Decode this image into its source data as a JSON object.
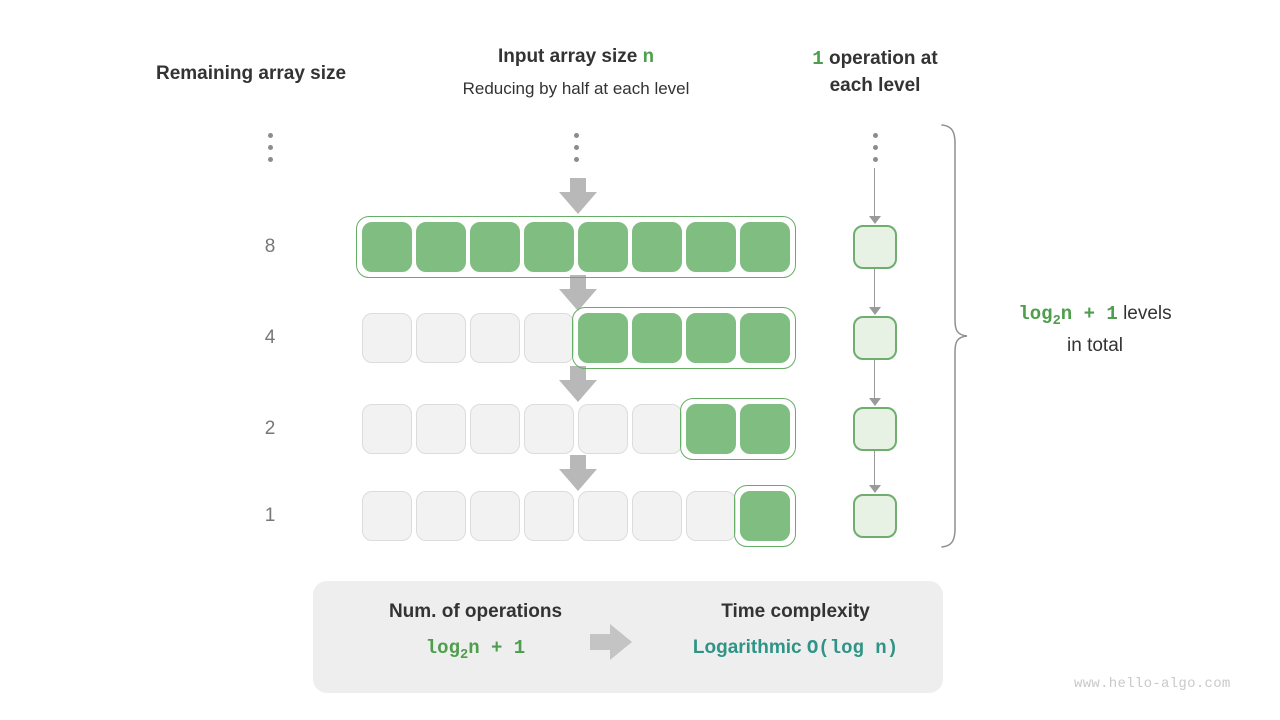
{
  "headers": {
    "remaining": "Remaining array size",
    "input_prefix": "Input array size ",
    "input_symbol": "n",
    "input_sub": "Reducing by half at each level",
    "ops_number": "1",
    "ops_line1": " operation at",
    "ops_line2": "each level"
  },
  "rows": [
    {
      "label": "8",
      "filled": 8,
      "filled_start": 0
    },
    {
      "label": "4",
      "filled": 4,
      "filled_start": 4
    },
    {
      "label": "2",
      "filled": 2,
      "filled_start": 6
    },
    {
      "label": "1",
      "filled": 1,
      "filled_start": 7
    }
  ],
  "total_cells": 8,
  "ellipsis": {
    "dots": 3
  },
  "right_caption": {
    "expr_main": "log",
    "expr_sub": "2",
    "expr_tail": "n + 1",
    "text_line1": " levels",
    "text_line2": "in total"
  },
  "panel": {
    "left_title": "Num. of operations",
    "left_value_main": "log",
    "left_value_sub": "2",
    "left_value_tail": "n + 1",
    "right_title": "Time complexity",
    "right_value_word": "Logarithmic",
    "right_value_bigo": "O(log n)",
    "arrow": "right-arrow-icon"
  },
  "watermark": "www.hello-algo.com",
  "colors": {
    "green": "#4d9e4d",
    "cell_fill": "#80bd80",
    "cell_empty": "#f2f2f2",
    "outline": "#66ad66",
    "op_fill": "#e7f1e4",
    "op_border": "#6fae6f",
    "teal": "#2f9487",
    "arrow_gray": "#b8b8b8",
    "panel_bg": "#eeeeee",
    "text": "#333333",
    "label_gray": "#777777",
    "watermark_gray": "#c9c9c9"
  },
  "chart_data": {
    "type": "diagram",
    "title": "Logarithmic time complexity — halving the array each level",
    "levels": [
      {
        "remaining_array_size": 8,
        "operations_at_level": 1
      },
      {
        "remaining_array_size": 4,
        "operations_at_level": 1
      },
      {
        "remaining_array_size": 2,
        "operations_at_level": 1
      },
      {
        "remaining_array_size": 1,
        "operations_at_level": 1
      }
    ],
    "total_levels_expression": "log2(n) + 1",
    "num_operations_expression": "log2(n) + 1",
    "time_complexity": "Logarithmic O(log n)"
  }
}
